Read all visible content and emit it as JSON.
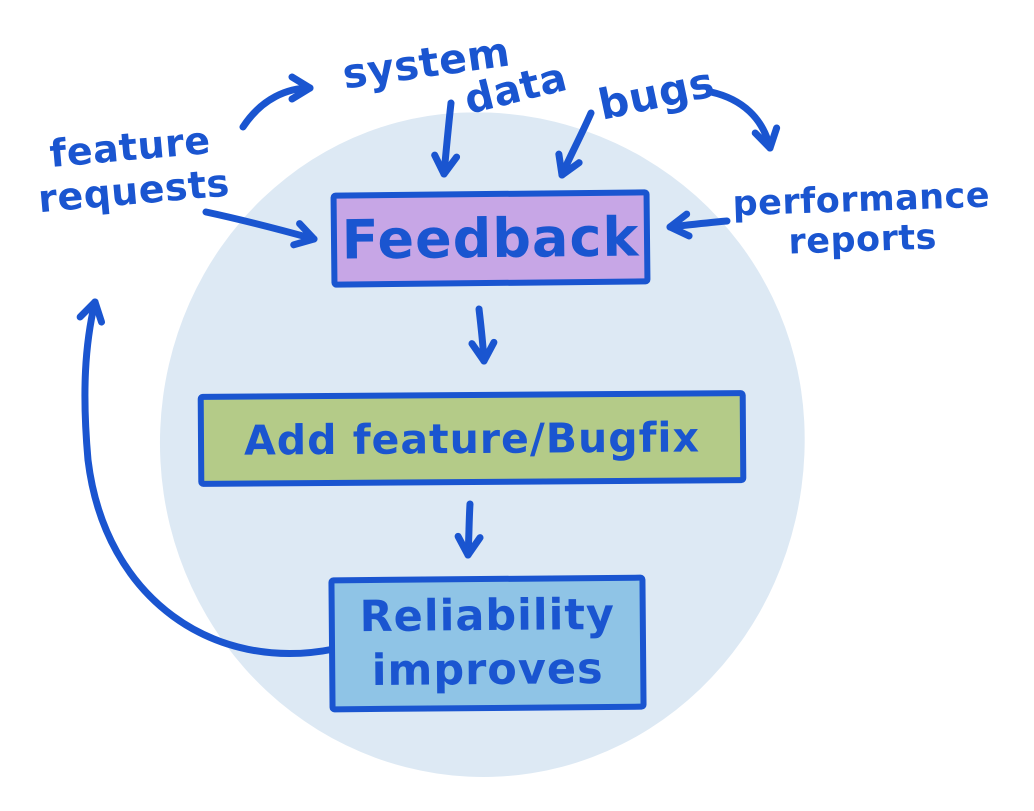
{
  "diagram": {
    "ink_color": "#1a55d0",
    "circle_color": "#dde9f4",
    "labels": {
      "feature_requests": {
        "line1": "feature",
        "line2": "requests"
      },
      "system_data": {
        "word1": "system",
        "word2": "data"
      },
      "bugs": {
        "text": "bugs"
      },
      "performance_reports": {
        "line1": "performance",
        "line2": "reports"
      }
    },
    "nodes": {
      "feedback": {
        "label": "Feedback",
        "fill": "#c7a6e6"
      },
      "add_feature": {
        "label": "Add feature/Bugfix",
        "fill": "#b4cb88"
      },
      "reliability": {
        "line1": "Reliability",
        "line2": "improves",
        "fill": "#8fc4e6"
      }
    },
    "arrows": [
      {
        "from": "feature requests",
        "to": "system data"
      },
      {
        "from": "system data",
        "to": "Feedback"
      },
      {
        "from": "bugs",
        "to": "Feedback"
      },
      {
        "from": "bugs",
        "to": "performance reports"
      },
      {
        "from": "performance reports",
        "to": "Feedback"
      },
      {
        "from": "feature requests",
        "to": "Feedback"
      },
      {
        "from": "Feedback",
        "to": "Add feature/Bugfix"
      },
      {
        "from": "Add feature/Bugfix",
        "to": "Reliability improves"
      },
      {
        "from": "Reliability improves",
        "to": "feature requests"
      }
    ]
  }
}
